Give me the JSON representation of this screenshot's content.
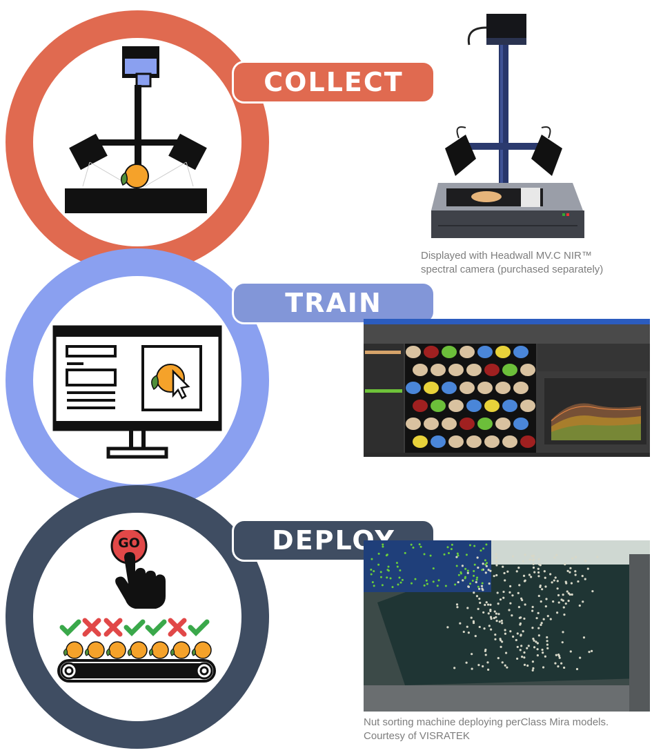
{
  "colors": {
    "collect": "#e06a50",
    "train": "#8aa0f0",
    "deploy": "#3f4d62",
    "pill_train": "#8296d8",
    "check": "#3aa84a",
    "cross": "#e14848"
  },
  "steps": [
    {
      "label": "COLLECT"
    },
    {
      "label": "TRAIN"
    },
    {
      "label": "DEPLOY"
    }
  ],
  "go_button": {
    "label": "GO"
  },
  "captions": {
    "camera_line1": "Displayed with Headwall MV.C NIR™",
    "camera_line2": "spectral camera (purchased separately)",
    "sorter_line1": "Nut sorting machine deploying perClass Mira models.",
    "sorter_line2": "Courtesy of VISRATEK"
  },
  "icons": [
    "camera-stand-icon",
    "computer-monitor-icon",
    "go-button-hand-icon",
    "conveyor-belt-icon"
  ],
  "sort_marks": [
    "check",
    "cross",
    "cross",
    "check",
    "check",
    "cross",
    "check"
  ]
}
